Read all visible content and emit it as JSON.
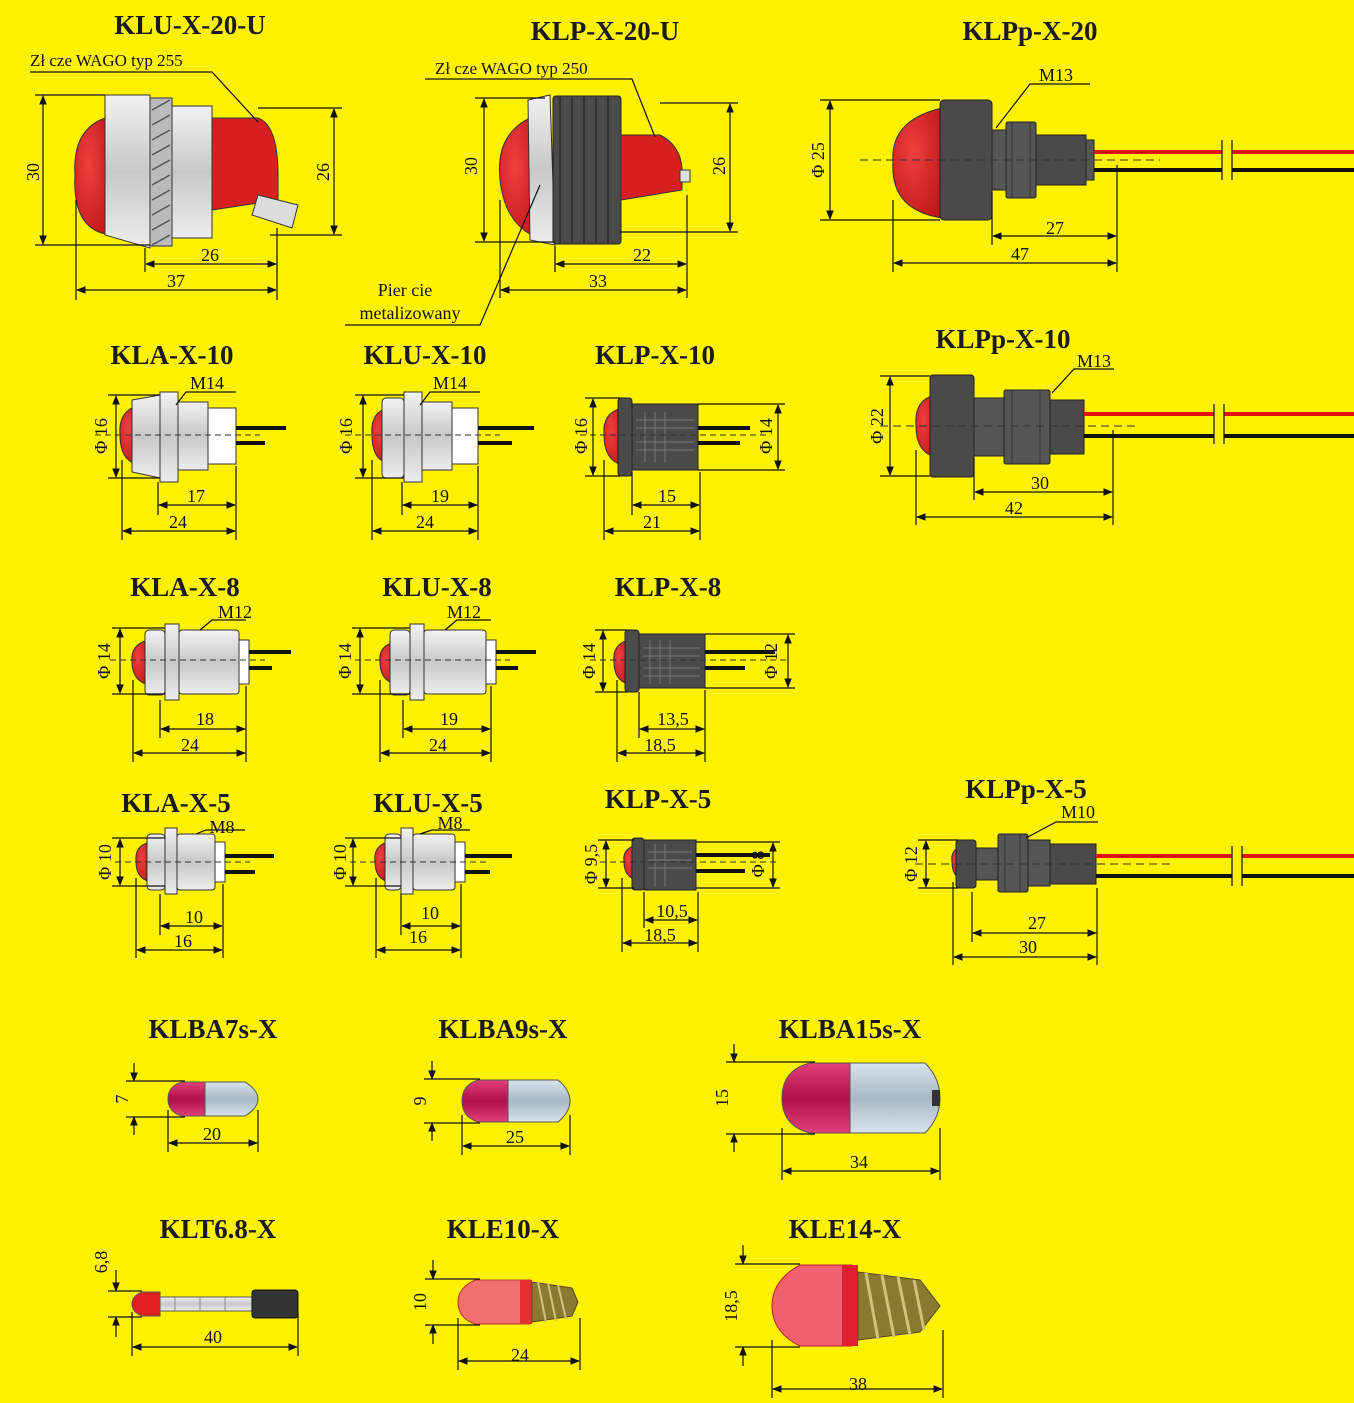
{
  "colors": {
    "background": "#FFF200",
    "lamp_red": "#D62020",
    "lamp_pink": "#C8105A",
    "metal_silver": "#D4D4D4",
    "body_dark": "#4A4A4A",
    "wire_red": "#E01010",
    "wire_black": "#111111"
  },
  "titles": {
    "klu_x_20_u": "KLU-X-20-U",
    "klp_x_20_u": "KLP-X-20-U",
    "klpp_x_20": "KLPp-X-20",
    "kla_x_10": "KLA-X-10",
    "klu_x_10": "KLU-X-10",
    "klp_x_10": "KLP-X-10",
    "klpp_x_10": "KLPp-X-10",
    "kla_x_8": "KLA-X-8",
    "klu_x_8": "KLU-X-8",
    "klp_x_8": "KLP-X-8",
    "kla_x_5": "KLA-X-5",
    "klu_x_5": "KLU-X-5",
    "klp_x_5": "KLP-X-5",
    "klpp_x_5": "KLPp-X-5",
    "klba7s_x": "KLBA7s-X",
    "klba9s_x": "KLBA9s-X",
    "klba15s_x": "KLBA15s-X",
    "klt6_8_x": "KLT6.8-X",
    "kle10_x": "KLE10-X",
    "kle14_x": "KLE14-X"
  },
  "annotations": {
    "wago_255": "Zł cze WAGO typ 255",
    "wago_250": "Zł cze WAGO typ 250",
    "ring_line1": "Pier cie",
    "ring_line2": "metalizowany"
  },
  "dims": {
    "klu20": {
      "h": "30",
      "h2": "26",
      "w1": "26",
      "w2": "37"
    },
    "klp20": {
      "h": "30",
      "h2": "26",
      "w1": "22",
      "w2": "33"
    },
    "klpp20": {
      "thread": "M13",
      "d": "Φ 25",
      "w1": "27",
      "w2": "47"
    },
    "kla10": {
      "thread": "M14",
      "d": "Φ 16",
      "w1": "17",
      "w2": "24"
    },
    "klu10": {
      "thread": "M14",
      "d": "Φ 16",
      "w1": "19",
      "w2": "24"
    },
    "klp10": {
      "d": "Φ 16",
      "d2": "Φ 14",
      "w1": "15",
      "w2": "21"
    },
    "klpp10": {
      "thread": "M13",
      "d": "Φ 22",
      "w1": "30",
      "w2": "42"
    },
    "kla8": {
      "thread": "M12",
      "d": "Φ 14",
      "w1": "18",
      "w2": "24"
    },
    "klu8": {
      "thread": "M12",
      "d": "Φ 14",
      "w1": "19",
      "w2": "24"
    },
    "klp8": {
      "d": "Φ 14",
      "d2": "Φ 12",
      "w1": "13,5",
      "w2": "18,5"
    },
    "kla5": {
      "thread": "M8",
      "d": "Φ 10",
      "w1": "10",
      "w2": "16"
    },
    "klu5": {
      "thread": "M8",
      "d": "Φ 10",
      "w1": "10",
      "w2": "16"
    },
    "klp5": {
      "d": "Φ 9,5",
      "d2": "Φ 8",
      "w1": "10,5",
      "w2": "18,5"
    },
    "klpp5": {
      "thread": "M10",
      "d": "Φ 12",
      "w1": "27",
      "w2": "30"
    },
    "klba7": {
      "h": "7",
      "w": "20"
    },
    "klba9": {
      "h": "9",
      "w": "25"
    },
    "klba15": {
      "h": "15",
      "w": "34"
    },
    "klt68": {
      "h": "6,8",
      "w": "40"
    },
    "kle10": {
      "h": "10",
      "w": "24"
    },
    "kle14": {
      "h": "18,5",
      "w": "38"
    }
  }
}
